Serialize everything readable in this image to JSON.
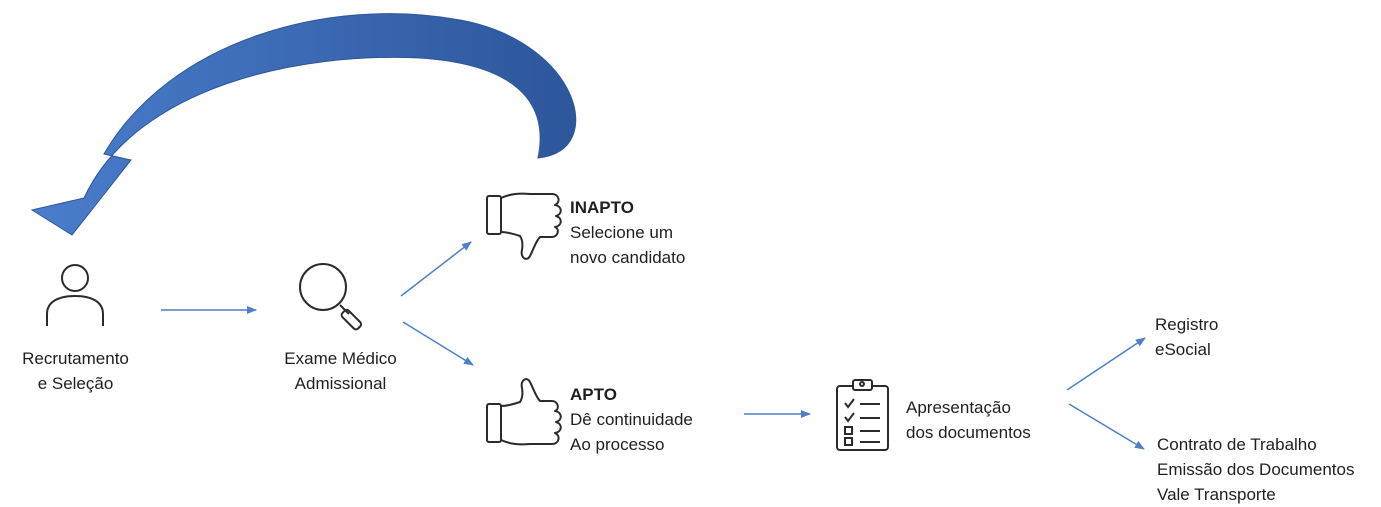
{
  "colors": {
    "big_arrow": "#3f6fbf",
    "big_arrow_dark": "#2d569b",
    "connector": "#4f7fc8",
    "icon_stroke": "#2b2b2b",
    "text": "#1f1f1f"
  },
  "nodes": {
    "recruitment": {
      "icon": "person-icon",
      "lines": [
        "Recrutamento",
        "e Seleção"
      ]
    },
    "medical_exam": {
      "icon": "magnifier-icon",
      "lines": [
        "Exame Médico",
        "Admissional"
      ]
    },
    "inapto": {
      "icon": "thumbs-down-icon",
      "title": "INAPTO",
      "lines": [
        "Selecione um",
        "novo candidato"
      ]
    },
    "apto": {
      "icon": "thumbs-up-icon",
      "title": "APTO",
      "lines": [
        "Dê continuidade",
        "Ao processo"
      ]
    },
    "documents": {
      "icon": "checklist-clipboard-icon",
      "lines": [
        "Apresentação",
        "dos documentos"
      ]
    },
    "registro": {
      "lines": [
        "Registro",
        "eSocial"
      ]
    },
    "contrato": {
      "lines": [
        "Contrato de Trabalho",
        "Emissão dos Documentos",
        "Vale Transporte"
      ]
    }
  }
}
